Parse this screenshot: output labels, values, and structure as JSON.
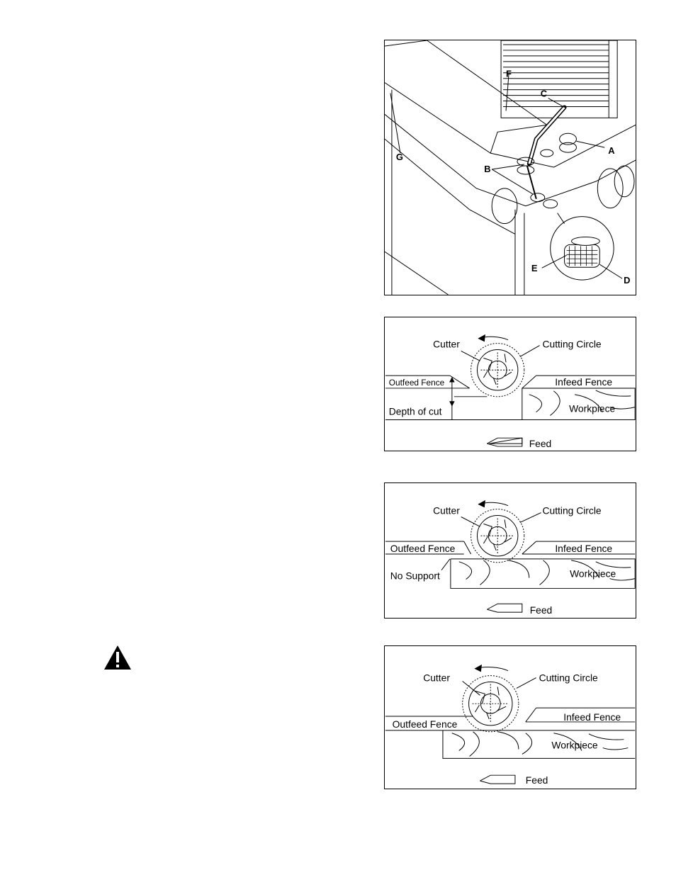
{
  "figure1": {
    "callouts": {
      "a": "A",
      "b": "B",
      "c": "C",
      "d": "D",
      "e": "E",
      "f": "F",
      "g": "G"
    }
  },
  "figure2": {
    "cutter": "Cutter",
    "cutting_circle": "Cutting Circle",
    "outfeed_fence": "Outfeed Fence",
    "infeed_fence": "Infeed Fence",
    "depth_of_cut": "Depth of cut",
    "workpiece": "Workpiece",
    "feed": "Feed"
  },
  "figure3": {
    "cutter": "Cutter",
    "cutting_circle": "Cutting Circle",
    "outfeed_fence": "Outfeed Fence",
    "infeed_fence": "Infeed Fence",
    "no_support": "No Support",
    "workpiece": "Workpiece",
    "feed": "Feed"
  },
  "figure4": {
    "cutter": "Cutter",
    "cutting_circle": "Cutting Circle",
    "outfeed_fence": "Outfeed Fence",
    "infeed_fence": "Infeed Fence",
    "workpiece": "Workpiece",
    "feed": "Feed"
  },
  "warning": {
    "icon": "warning-triangle-icon",
    "glyph": "!"
  }
}
